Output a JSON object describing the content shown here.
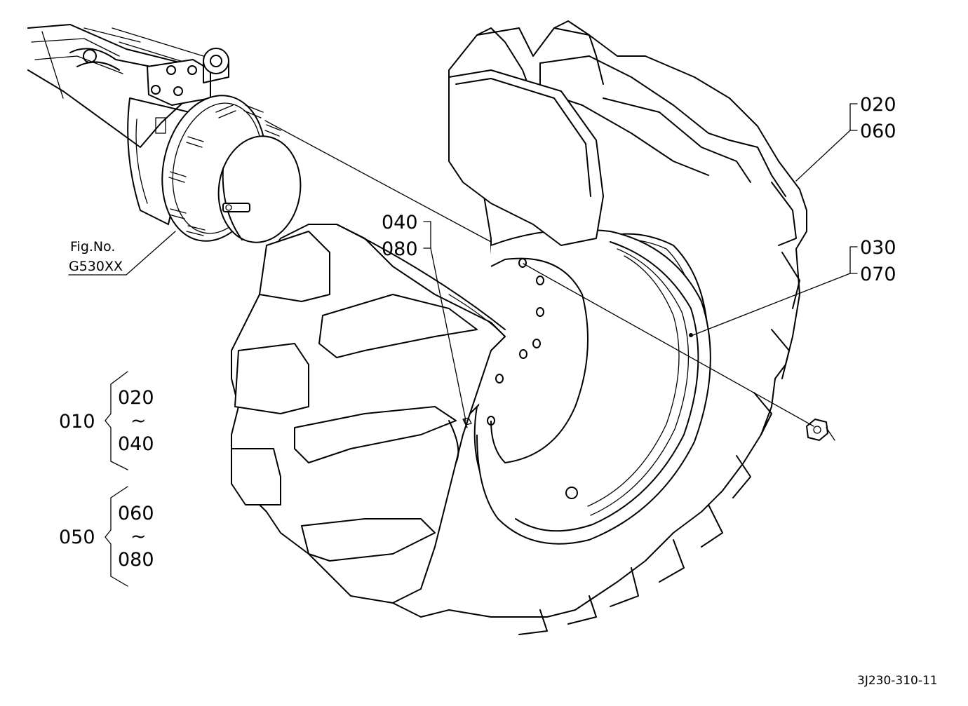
{
  "fig_ref": {
    "line1": "Fig.No.",
    "line2": "G530XX"
  },
  "callouts": {
    "tire_parts": [
      "020",
      "060"
    ],
    "rim_parts": [
      "030",
      "070"
    ],
    "valve_parts": [
      "040",
      "080"
    ]
  },
  "assemblies": [
    {
      "id": "010",
      "from": "020",
      "tilde": "~",
      "to": "040"
    },
    {
      "id": "050",
      "from": "060",
      "tilde": "~",
      "to": "080"
    }
  ],
  "drawing_code": "3J230-310-11"
}
